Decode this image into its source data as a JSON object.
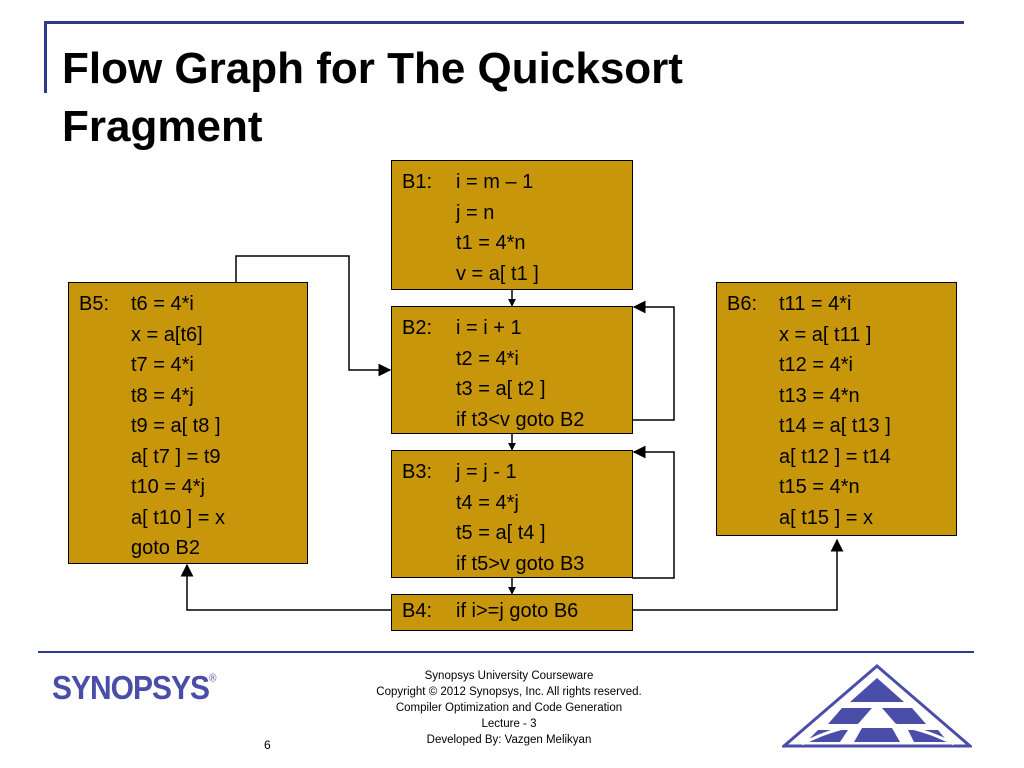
{
  "slide": {
    "title_lines": [
      "Flow Graph for The Quicksort",
      "Fragment"
    ],
    "page_number": "6"
  },
  "blocks": {
    "b1": {
      "label": "B1:",
      "statements": [
        "i = m – 1",
        "j = n",
        "t1 = 4*n",
        "v = a[ t1 ]"
      ]
    },
    "b2": {
      "label": "B2:",
      "statements": [
        "i = i + 1",
        "t2 = 4*i",
        "t3 = a[ t2 ]",
        "if t3<v goto B2"
      ]
    },
    "b3": {
      "label": "B3:",
      "statements": [
        "j = j - 1",
        "t4 = 4*j",
        "t5 = a[ t4 ]",
        "if t5>v goto B3"
      ]
    },
    "b4": {
      "label": "B4:",
      "statements": [
        "if i>=j goto B6"
      ]
    },
    "b5": {
      "label": "B5:",
      "statements": [
        "t6 = 4*i",
        "x = a[t6]",
        "t7 = 4*i",
        "t8 = 4*j",
        "t9 = a[ t8 ]",
        "a[ t7 ] = t9",
        "t10 = 4*j",
        "a[ t10 ] = x",
        "goto B2"
      ]
    },
    "b6": {
      "label": "B6:",
      "statements": [
        "t11 = 4*i",
        "x = a[ t11 ]",
        "t12 = 4*i",
        "t13 = 4*n",
        "t14 = a[ t13 ]",
        "a[ t12 ] = t14",
        "t15 = 4*n",
        "a[ t15 ] = x"
      ]
    }
  },
  "footer": {
    "logo_text": "SYNOPSYS",
    "logo_mark": "®",
    "lines": [
      "Synopsys University Courseware",
      "Copyright © 2012 Synopsys, Inc. All rights reserved.",
      "Compiler Optimization and Code Generation",
      "Lecture - 3",
      "Developed By: Vazgen Melikyan"
    ]
  },
  "colors": {
    "block_fill": "#c8960a",
    "accent_rule": "#2d3a8c",
    "logo": "#4a4ea8",
    "emblem": "#4a4ea8"
  }
}
